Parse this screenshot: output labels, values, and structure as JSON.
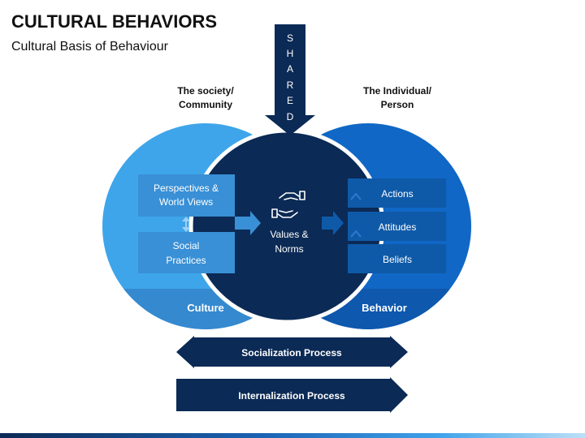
{
  "header": {
    "title": "CULTURAL BEHAVIORS",
    "subtitle": "Cultural Basis of Behaviour"
  },
  "left_circle": {
    "heading_line1": "The society/",
    "heading_line2": "Community",
    "box1_line1": "Perspectives &",
    "box1_line2": "World Views",
    "box2_line1": "Social",
    "box2_line2": "Practices",
    "footer": "Culture"
  },
  "right_circle": {
    "heading_line1": "The Individual/",
    "heading_line2": "Person",
    "items": [
      "Actions",
      "Attitudes",
      "Beliefs"
    ],
    "footer": "Behavior"
  },
  "center": {
    "line1": "Values &",
    "line2": "Norms",
    "icon": "handshake-icon"
  },
  "shared_letters": [
    "S",
    "H",
    "A",
    "R",
    "E",
    "D"
  ],
  "processes": {
    "socialization": "Socialization Process",
    "internalization": "Internalization Process"
  },
  "colors": {
    "left_circle": "#3ea5ea",
    "right_circle": "#1067c6",
    "center": "#0b2a55",
    "dark_navy": "#0d2d5a"
  }
}
